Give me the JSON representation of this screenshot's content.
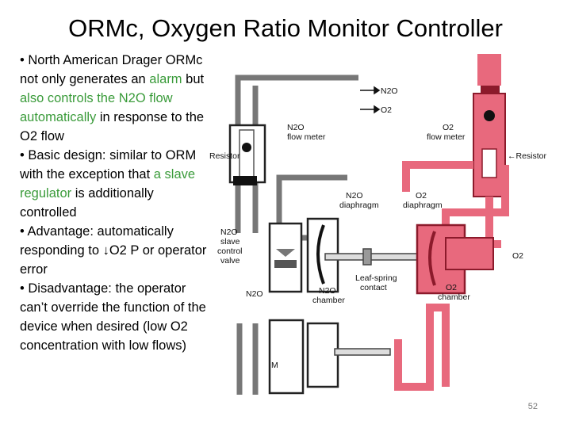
{
  "slide": {
    "title": "ORMc, Oxygen Ratio Monitor Controller",
    "page_number": "52"
  },
  "bullets": [
    {
      "marker": "• ",
      "segments": [
        {
          "text": "North American Drager ORMc not only generates an ",
          "color": "default"
        },
        {
          "text": "alarm",
          "color": "green"
        },
        {
          "text": " but ",
          "color": "default"
        },
        {
          "text": "also controls the N2O flow automatically",
          "color": "green"
        },
        {
          "text": " in response to the O2 flow",
          "color": "default"
        }
      ]
    },
    {
      "marker": "• ",
      "segments": [
        {
          "text": "Basic design: similar to ORM with the exception that ",
          "color": "default"
        },
        {
          "text": "a slave regulator",
          "color": "green"
        },
        {
          "text": " is additionally controlled",
          "color": "default"
        }
      ]
    },
    {
      "marker": "• ",
      "segments": [
        {
          "text": "Advantage: automatically responding to ↓O2 P or operator error",
          "color": "default"
        }
      ]
    },
    {
      "marker": "• ",
      "segments": [
        {
          "text": "Disadvantage: the operator can’t override the function of the device when desired (low O2 concentration with low flows)",
          "color": "default"
        }
      ]
    }
  ],
  "colors": {
    "green": "#3a9b3a",
    "o2_pink": "#e8697d",
    "o2_dark": "#8c1a2b",
    "n2o_gray": "#9a9a9a"
  },
  "diagram": {
    "legend_n2o": "N2O",
    "legend_o2": "O2",
    "n2o_flow_meter": [
      "N2O",
      "flow meter"
    ],
    "o2_flow_meter": [
      "O2",
      "flow meter"
    ],
    "resistor_left": "Resistor",
    "resistor_right": "←Resistor",
    "n2o_diaphragm": [
      "N2O",
      "diaphragm"
    ],
    "o2_diaphragm": [
      "O2",
      "diaphragm"
    ],
    "n2o_slave_valve": [
      "N2O",
      "slave",
      "control",
      "valve"
    ],
    "leaf_spring": [
      "Leaf-spring",
      "contact"
    ],
    "n2o_inlet": "N2O",
    "n2o_chamber": [
      "N2O",
      "chamber"
    ],
    "o2_chamber": [
      "O2",
      "chamber"
    ],
    "o2_outlet": "O2",
    "valve_mark": "M"
  }
}
